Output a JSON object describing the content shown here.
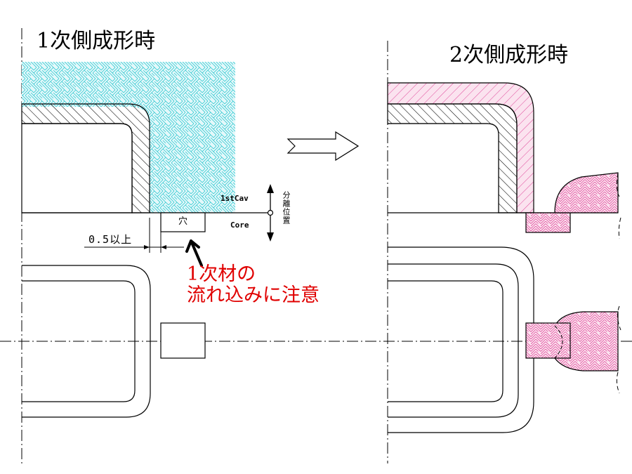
{
  "left_panel": {
    "title": "1次側成形時"
  },
  "right_panel": {
    "title": "2次側成形時"
  },
  "labels": {
    "first_cavity": "1stCav",
    "core": "Core",
    "parting_position": "分離位置",
    "hole": "穴",
    "clearance": "0.5以上"
  },
  "note": {
    "line1": "1次材の",
    "line2": "流れ込みに注意"
  },
  "colors": {
    "first_material_hatch": "#2ec8d0",
    "second_material_hatch": "#e0489a",
    "second_material_fill": "#fbe3ef",
    "first_material_fill": "#e4f8fa",
    "note_text": "#e00000",
    "line": "#000000"
  },
  "icons": [
    "outline-arrow-icon",
    "up-arrow-icon",
    "down-arrow-icon",
    "arrow-up-left-icon"
  ]
}
